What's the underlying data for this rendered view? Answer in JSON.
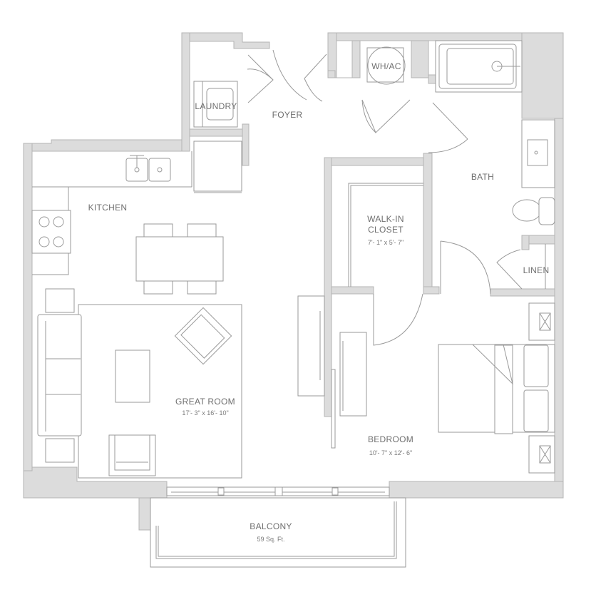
{
  "plan": {
    "rooms": {
      "laundry": {
        "label": "LAUNDRY"
      },
      "foyer": {
        "label": "FOYER"
      },
      "whac": {
        "label": "WH/AC"
      },
      "kitchen": {
        "label": "KITCHEN"
      },
      "bath": {
        "label": "BATH"
      },
      "walkin": {
        "label_line1": "WALK-IN",
        "label_line2": "CLOSET",
        "dimensions": "7'- 1\" x 5'- 7\""
      },
      "linen": {
        "label": "LINEN"
      },
      "great_room": {
        "label": "GREAT ROOM",
        "dimensions": "17'- 3\" x 16'- 10\""
      },
      "bedroom": {
        "label": "BEDROOM",
        "dimensions": "10'- 7\" x 12'- 6\""
      },
      "balcony": {
        "label": "BALCONY",
        "area": "59 Sq. Ft."
      }
    },
    "colors": {
      "wall": "#dcdcdc",
      "line": "#9a9a9a",
      "text": "#6f6f6f"
    }
  }
}
